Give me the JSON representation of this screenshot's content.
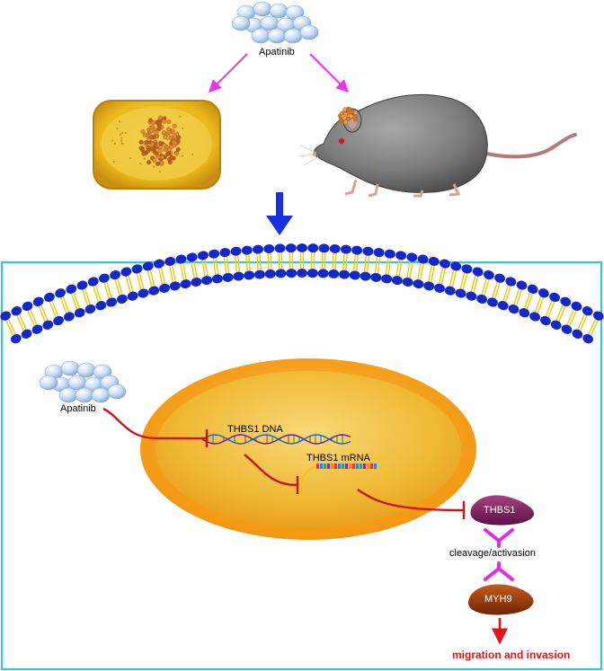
{
  "top": {
    "drug_label": "Apatinib"
  },
  "panel": {
    "drug_label": "Apatinib",
    "dna_label": "THBS1 DNA",
    "mrna_label": "THBS1 mRNA",
    "protein_label": "THBS1",
    "interaction_label": "cleavage/activasion",
    "partner_label": "MYH9",
    "outcome_label": "migration and invasion"
  },
  "colors": {
    "panel_border": "#29c9e0",
    "arrow_magenta": "#ee33ee",
    "arrow_blue": "#1a2fe0",
    "inhibit_red": "#cc1414",
    "outcome_red": "#e0141b",
    "membrane_head": "#1428c8",
    "membrane_tail": "#f0dc1e",
    "nucleus_outer": "#f5a316",
    "nucleus_inner": "#f0be3a",
    "thbs1_fill": "#7a1f5c",
    "myh9_fill": "#8a3408",
    "receptor_magenta": "#e02ee0"
  },
  "icons": [
    "pill-cluster-icon",
    "petri-dish-icon",
    "mouse-icon"
  ]
}
